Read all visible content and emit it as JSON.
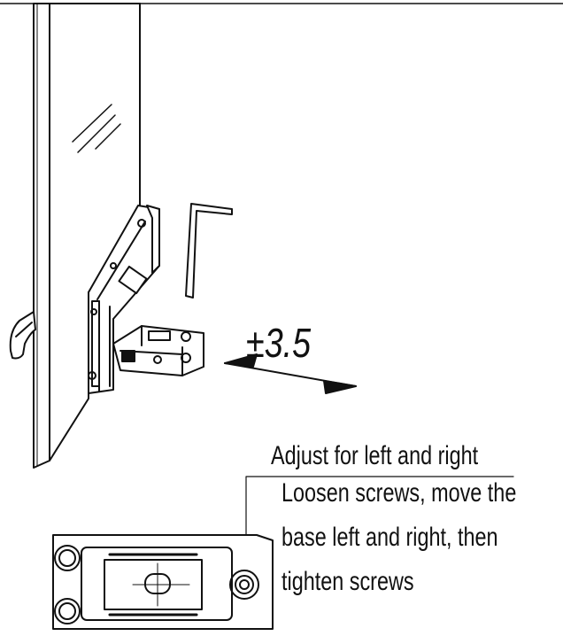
{
  "dimension_label": "±3.5",
  "instruction": {
    "heading": "Adjust for left and right",
    "lines": [
      "Loosen screws, move the",
      "base left and right, then",
      "tighten screws"
    ]
  },
  "colors": {
    "ink": "#111111",
    "paper": "#ffffff"
  }
}
